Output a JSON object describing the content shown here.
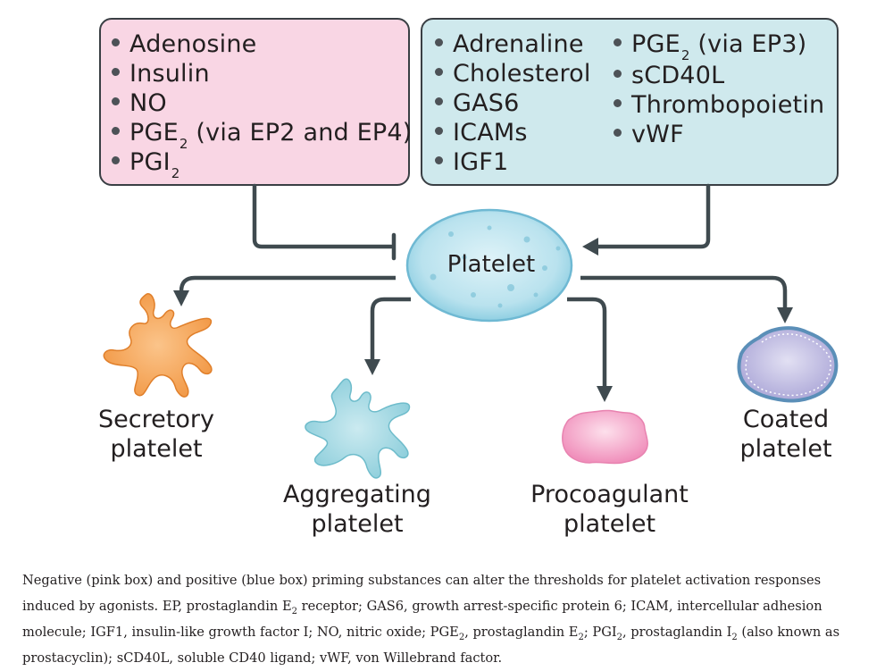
{
  "negative_box": {
    "items": [
      {
        "text": "Adenosine",
        "sub": "",
        "after": ""
      },
      {
        "text": "Insulin",
        "sub": "",
        "after": ""
      },
      {
        "text": "NO",
        "sub": "",
        "after": ""
      },
      {
        "text": "PGE",
        "sub": "2",
        "after": " (via EP2 and EP4)"
      },
      {
        "text": "PGI",
        "sub": "2",
        "after": ""
      }
    ]
  },
  "positive_box": {
    "column1": [
      {
        "text": "Adrenaline",
        "sub": "",
        "after": ""
      },
      {
        "text": "Cholesterol",
        "sub": "",
        "after": ""
      },
      {
        "text": "GAS6",
        "sub": "",
        "after": ""
      },
      {
        "text": "ICAMs",
        "sub": "",
        "after": ""
      },
      {
        "text": "IGF1",
        "sub": "",
        "after": ""
      }
    ],
    "column2": [
      {
        "text": "PGE",
        "sub": "2",
        "after": " (via EP3)"
      },
      {
        "text": "sCD40L",
        "sub": "",
        "after": ""
      },
      {
        "text": "Thrombopoietin",
        "sub": "",
        "after": ""
      },
      {
        "text": "vWF",
        "sub": "",
        "after": ""
      }
    ]
  },
  "center": {
    "label": "Platelet"
  },
  "outcomes": {
    "secretory": [
      "Secretory",
      "platelet"
    ],
    "aggregating": [
      "Aggregating",
      "platelet"
    ],
    "procoagulant": [
      "Procoagulant",
      "platelet"
    ],
    "coated": [
      "Coated",
      "platelet"
    ]
  },
  "colors": {
    "negative_box_fill": "#f9d6e4",
    "positive_box_fill": "#cfe9ed",
    "arrow": "#3f4a4f",
    "platelet_fill": "#b9e2ee",
    "secretory_fill": "#f5a55a",
    "aggregating_fill": "#9fd6e0",
    "procoagulant_fill": "#f5a9c9",
    "coated_fill": "#b9b5dc",
    "coated_rim": "#5b8fb8"
  },
  "caption": {
    "p1": "Negative (pink box) and positive (blue box) priming substances can alter the thresholds for platelet activation responses induced by agonists. EP, prostaglandin E",
    "s1": "2",
    "p2": " receptor; GAS6, growth arrest-specific protein 6; ICAM, intercellular adhesion molecule; IGF1, insulin-like growth factor I; NO, nitric oxide; PGE",
    "s2": "2",
    "p3": ", prostaglandin E",
    "s3": "2",
    "p4": "; PGI",
    "s4": "2",
    "p5": ", prostaglandin I",
    "s5": "2",
    "p6": " (also known as prostacyclin); sCD40L, soluble CD40 ligand; vWF, von Willebrand factor."
  }
}
